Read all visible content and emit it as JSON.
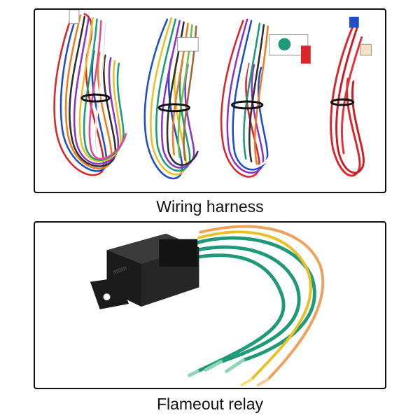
{
  "sections": [
    {
      "id": "harness",
      "caption": "Wiring harness",
      "photo_icon": "wire-bundles-icon"
    },
    {
      "id": "relay",
      "caption": "Flameout relay",
      "photo_icon": "relay-with-wires-icon"
    }
  ],
  "colors": {
    "frame": "#111111",
    "caption_text": "#111111",
    "wire_red": "#d8262b",
    "wire_green": "#1e9a78",
    "wire_yellow": "#e8c028",
    "wire_orange": "#f0a05a",
    "relay_body": "#1a1a1a"
  }
}
